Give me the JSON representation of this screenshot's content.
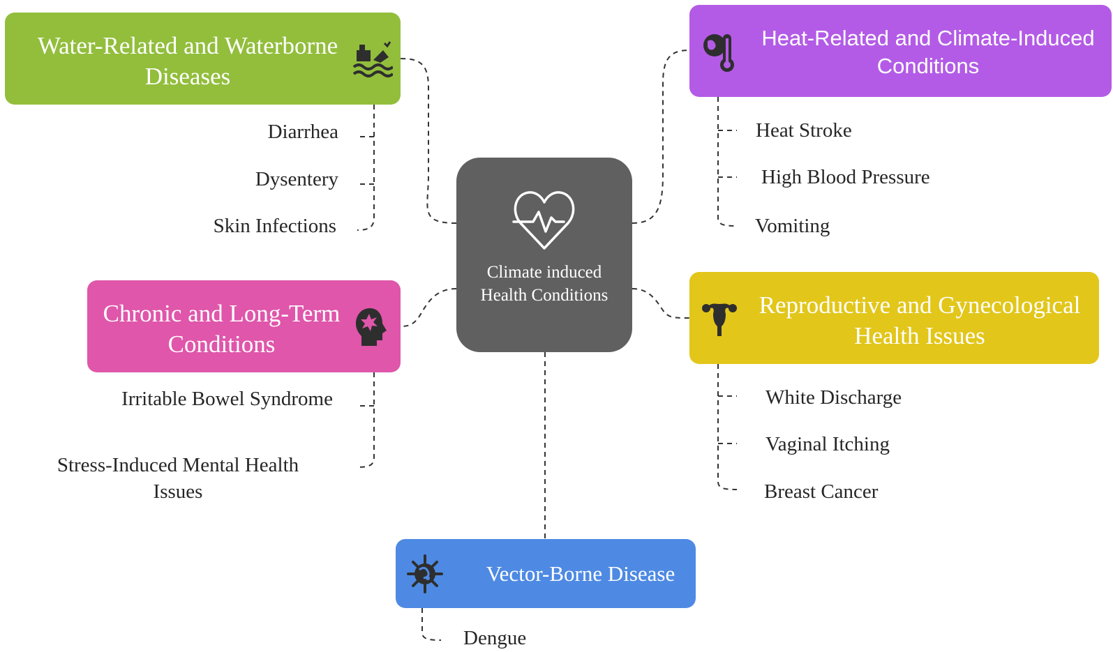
{
  "center": {
    "line1": "Climate induced",
    "line2": "Health Conditions",
    "icon": "heartbeat-icon"
  },
  "branches": {
    "water": {
      "line1": "Water-Related and Waterborne",
      "line2": "Diseases",
      "color": "#92be3c",
      "icon": "flood-icon",
      "items": [
        "Diarrhea",
        "Dysentery",
        "Skin Infections"
      ]
    },
    "heat": {
      "line1": "Heat-Related and Climate-Induced",
      "line2": "Conditions",
      "color": "#b35be6",
      "icon": "globe-thermometer-icon",
      "items": [
        "Heat Stroke",
        "High Blood Pressure",
        "Vomiting"
      ]
    },
    "chronic": {
      "line1": "Chronic and Long-Term",
      "line2": "Conditions",
      "color": "#df56aa",
      "icon": "head-burst-icon",
      "items": [
        "Irritable Bowel Syndrome"
      ],
      "multiline_item": {
        "line1": "Stress-Induced Mental Health",
        "line2": "Issues"
      }
    },
    "repro": {
      "line1": "Reproductive and Gynecological",
      "line2": "Health Issues",
      "color": "#e2c61a",
      "icon": "uterus-icon",
      "items": [
        "White Discharge",
        "Vaginal Itching",
        "Breast Cancer"
      ]
    },
    "vector": {
      "label": "Vector-Borne Disease",
      "color": "#4e8ae3",
      "icon": "virus-icon",
      "items": [
        "Dengue"
      ]
    }
  }
}
